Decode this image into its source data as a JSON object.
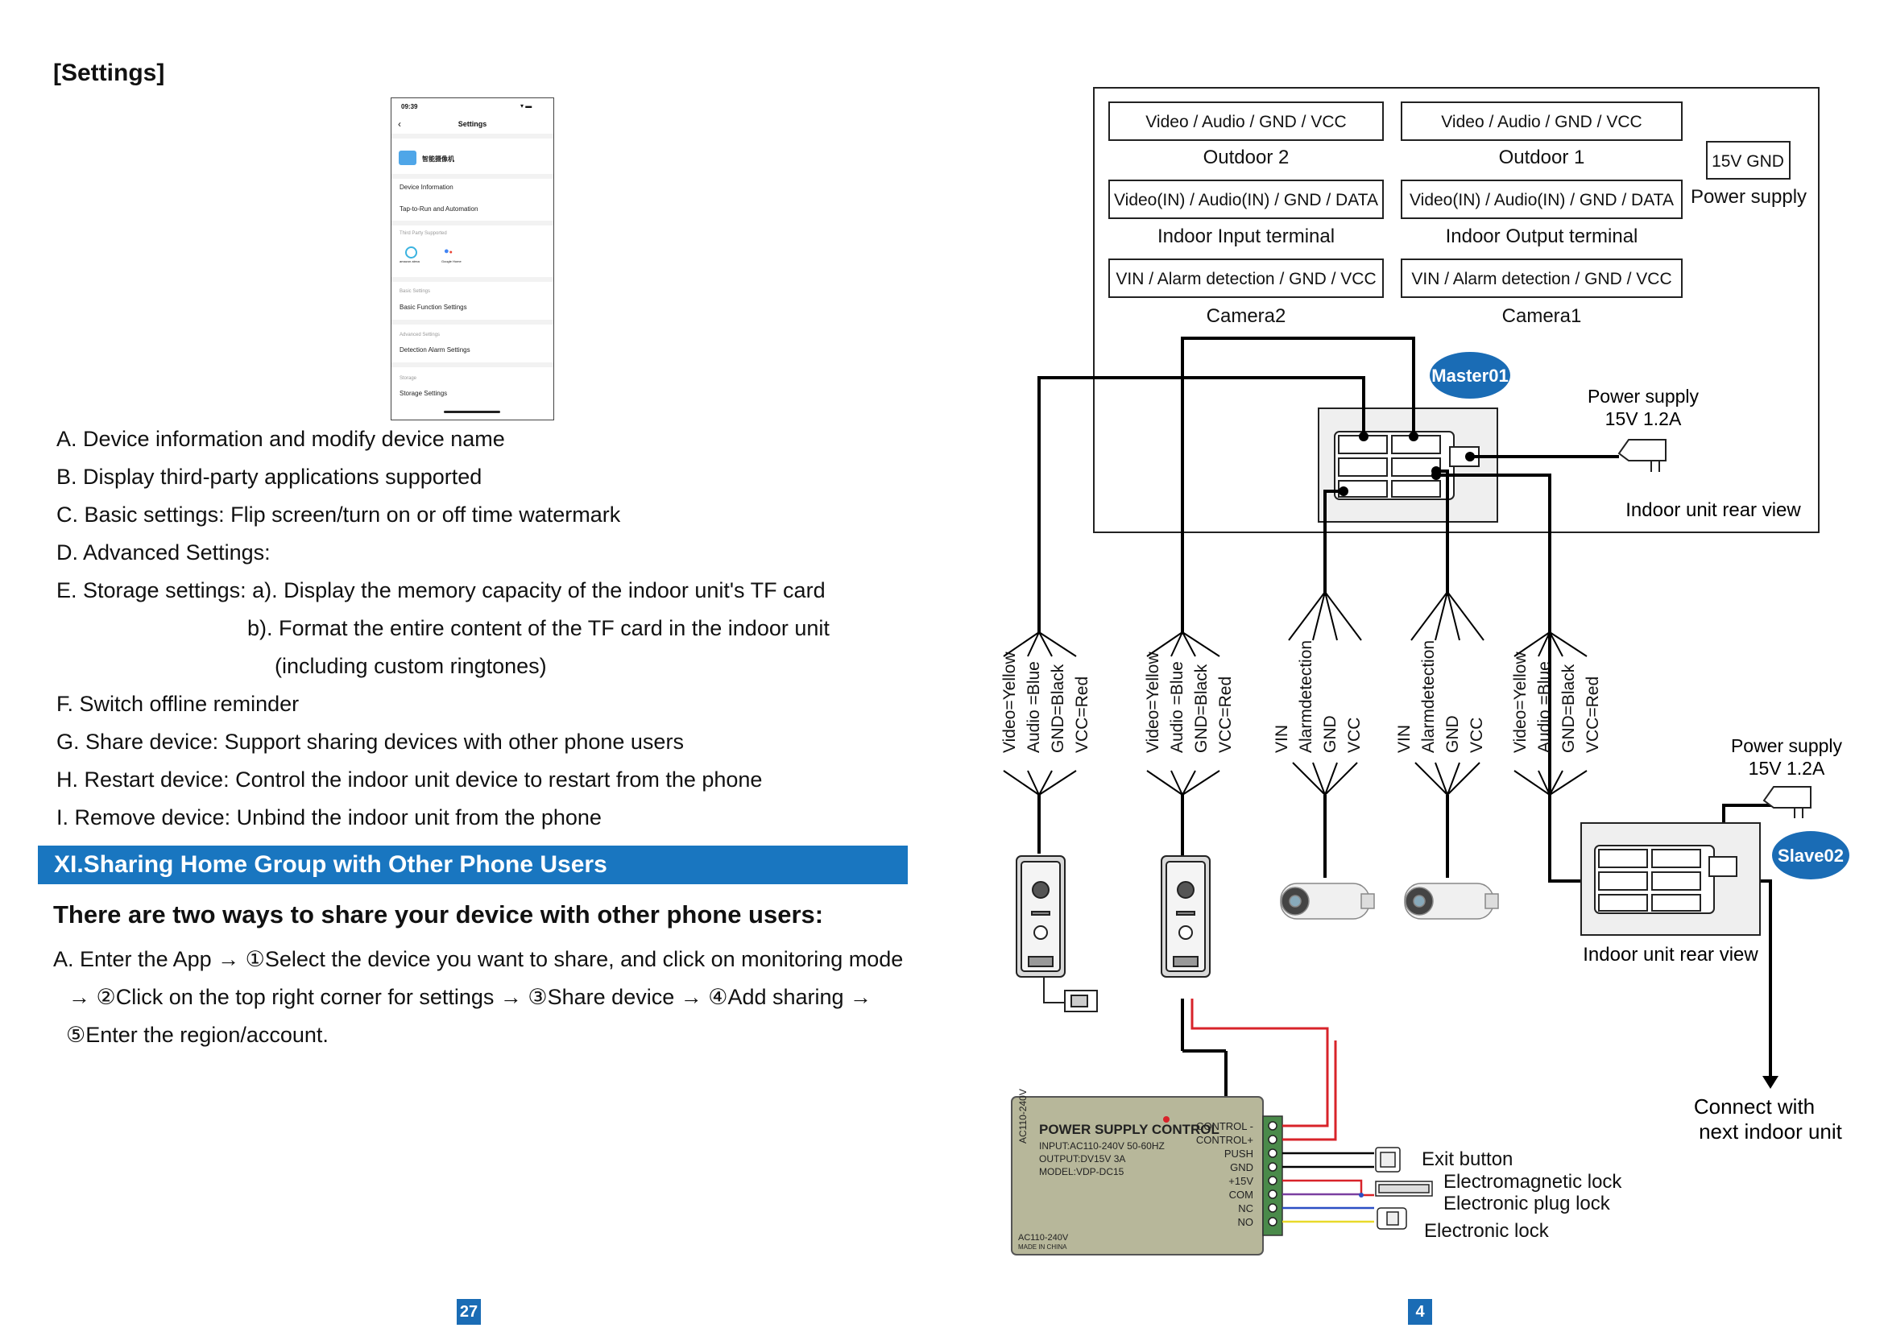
{
  "left": {
    "section_title": "[Settings]",
    "phone": {
      "time": "09:39",
      "title": "Settings",
      "device_name": "智能摄像机",
      "rows": [
        "Device Information",
        "Tap-to-Run and Automation"
      ],
      "third_party_label": "Third Party Supported",
      "third_party_apps": [
        "amazon alexa",
        "Google Home"
      ],
      "basic_label": "Basic Settings",
      "basic_row": "Basic Function Settings",
      "advanced_label": "Advanced Settings",
      "advanced_row": "Detection Alarm Settings",
      "storage_label": "Storage",
      "storage_row": "Storage Settings"
    },
    "items": [
      "A. Device information and modify device name",
      "B. Display third-party applications supported",
      "C. Basic settings: Flip screen/turn on or off time watermark",
      "D. Advanced Settings:",
      "E. Storage settings: a). Display the memory capacity of the indoor unit's TF card",
      "b). Format the entire content of the TF card in the indoor unit",
      "(including custom ringtones)",
      "F. Switch offline reminder",
      "G. Share device: Support sharing devices with other phone users",
      "H. Restart device: Control the indoor unit device to restart from the phone",
      "I. Remove device: Unbind the indoor unit from the phone"
    ],
    "banner": "XI.Sharing Home Group with Other Phone Users",
    "subheading": "There are two ways to share your device with other phone users:",
    "steps": [
      "A. Enter the App → ①Select the device you want to share, and click on monitoring mode",
      "→ ②Click on the top right corner for settings → ③Share device → ④Add sharing →",
      "⑤Enter the region/account."
    ],
    "page_number": "27"
  },
  "right": {
    "panel": {
      "outdoor2_pins": "Video / Audio / GND / VCC",
      "outdoor2_label": "Outdoor  2",
      "outdoor1_pins": "Video / Audio / GND / VCC",
      "outdoor1_label": "Outdoor  1",
      "input_pins": "Video(IN) / Audio(IN) / GND / DATA",
      "input_label": "Indoor  Input terminal",
      "output_pins": "Video(IN) / Audio(IN) / GND / DATA",
      "output_label": "Indoor  Output terminal",
      "camera2_pins": "VIN / Alarm detection / GND / VCC",
      "camera2_label": "Camera2",
      "camera1_pins": "VIN / Alarm detection / GND / VCC",
      "camera1_label": "Camera1",
      "power_pins": "15V  GND",
      "power_label": "Power supply"
    },
    "master_badge": "Master01",
    "slave_badge": "Slave02",
    "master_power_line1": "Power supply",
    "master_power_line2": "15V 1.2A",
    "master_rear": "Indoor unit rear view",
    "slave_power_line1": "Power supply",
    "slave_power_line2": "15V 1.2A",
    "slave_rear": "Indoor unit rear view",
    "door_wires": [
      "Video=Yellow",
      "Audio =Blue",
      "GND=Black",
      "VCC=Red"
    ],
    "camera_wires": [
      "VIN",
      "Alarmdetection",
      "GND",
      "VCC"
    ],
    "next_line1": "Connect with",
    "next_line2": "next indoor unit",
    "psu": {
      "title": "POWER SUPPLY CONTROL",
      "input": "INPUT:AC110-240V 50-60HZ",
      "output": "OUTPUT:DV15V 3A",
      "model": "MODEL:VDP-DC15",
      "side": "AC110-240V",
      "bottom1": "AC110-240V",
      "bottom2": "MADE IN CHINA",
      "terminals": [
        "CONTROL -",
        "CONTROL+",
        "PUSH",
        "GND",
        "+15V",
        "COM",
        "NC",
        "NO"
      ]
    },
    "accessories": {
      "exit": "Exit button",
      "magnetic": "Electromagnetic lock",
      "plug": "Electronic plug lock",
      "electronic": "Electronic lock"
    },
    "page_number": "4",
    "wire_colors": {
      "black": "#000000",
      "red": "#d8232a",
      "blue": "#2b4fc4",
      "yellow": "#e8d92a",
      "purple": "#7a3fa0",
      "badge": "#1a6cb5"
    }
  }
}
